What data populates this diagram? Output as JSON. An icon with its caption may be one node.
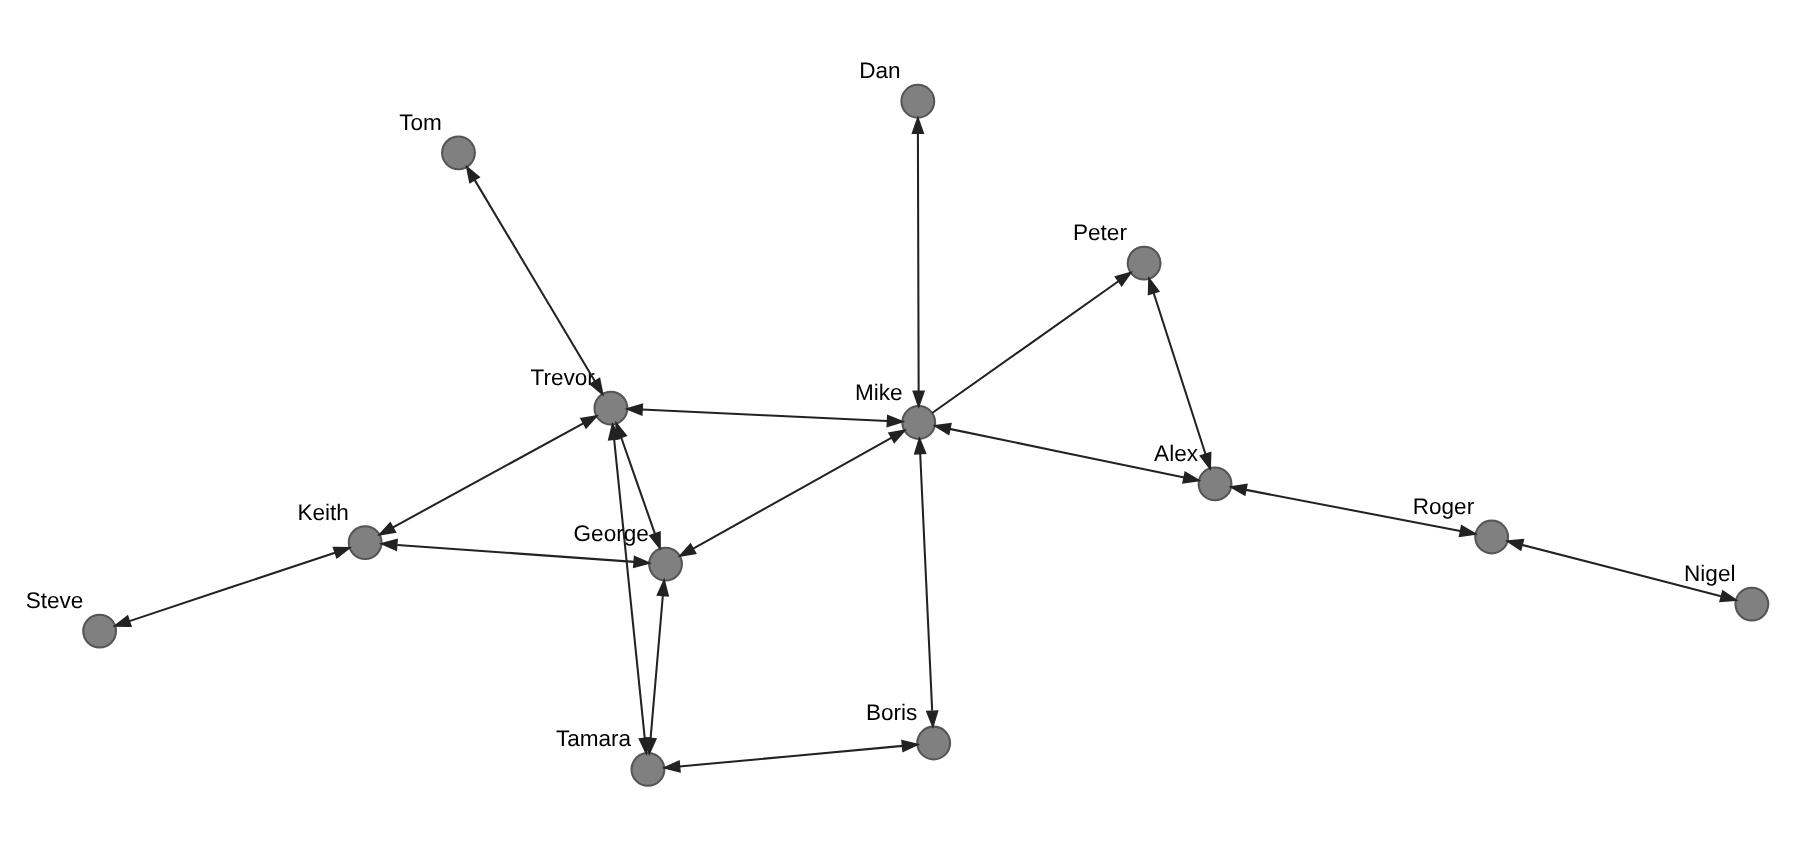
{
  "diagram": {
    "nodes": [
      {
        "text": [],
        "shape": "circle",
        "beside": [
          "Tamara"
        ]
      },
      {
        "text": [],
        "shape": "circle",
        "beside": [
          "Tom"
        ]
      },
      {
        "text": [],
        "shape": "circle",
        "beside": [
          "Boris"
        ]
      },
      {
        "text": [],
        "shape": "circle",
        "beside": [
          "Dan"
        ]
      },
      {
        "text": [],
        "shape": "circle",
        "beside": [
          "Trevor"
        ]
      },
      {
        "text": [],
        "shape": "circle",
        "beside": [
          "Peter"
        ]
      },
      {
        "text": [],
        "shape": "circle",
        "beside": [
          "Steve"
        ]
      },
      {
        "text": [],
        "shape": "circle",
        "beside": [
          "Mike"
        ]
      },
      {
        "text": [],
        "shape": "circle",
        "beside": [
          "Nigel"
        ]
      },
      {
        "text": [],
        "shape": "circle",
        "beside": [
          "Keith"
        ]
      },
      {
        "text": [],
        "shape": "circle",
        "beside": [
          "Alex"
        ]
      },
      {
        "text": [],
        "shape": "circle",
        "beside": [
          "George"
        ]
      },
      {
        "text": [],
        "shape": "circle",
        "beside": [
          "Roger"
        ]
      }
    ],
    "edges": [
      {
        "from": 0,
        "to": 4,
        "arrow": "both"
      },
      {
        "from": 0,
        "to": 2,
        "arrow": "both"
      },
      {
        "from": 1,
        "to": 4,
        "arrow": "both"
      },
      {
        "from": 11,
        "to": 0,
        "arrow": "both"
      },
      {
        "from": 4,
        "to": 7,
        "arrow": "both"
      },
      {
        "from": 4,
        "to": 9,
        "arrow": "both"
      },
      {
        "from": 4,
        "to": 11,
        "arrow": "both"
      },
      {
        "from": 2,
        "to": 7,
        "arrow": "both"
      },
      {
        "from": 3,
        "to": 7,
        "arrow": "both"
      },
      {
        "from": 7,
        "to": 5,
        "arrow": "to"
      },
      {
        "from": 7,
        "to": 11,
        "arrow": "both"
      },
      {
        "from": 7,
        "to": 10,
        "arrow": "both"
      },
      {
        "from": 5,
        "to": 10,
        "arrow": "both"
      },
      {
        "from": 6,
        "to": 9,
        "arrow": "both"
      },
      {
        "from": 9,
        "to": 11,
        "arrow": "both"
      },
      {
        "from": 10,
        "to": 12,
        "arrow": "both"
      },
      {
        "from": 8,
        "to": 12,
        "arrow": "both"
      }
    ]
  }
}
